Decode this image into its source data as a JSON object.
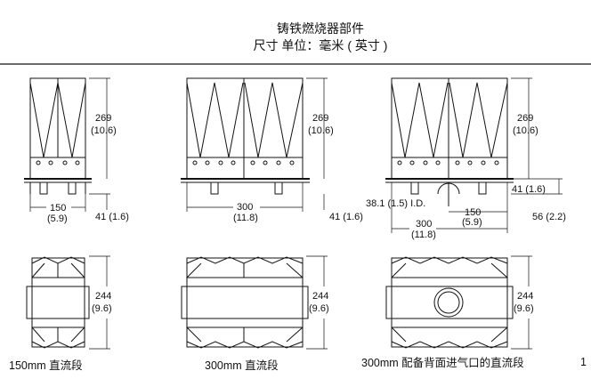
{
  "header": {
    "line1": "铸铁燃烧器部件",
    "line2": "尺寸 单位：毫米 ( 英寸 )"
  },
  "captions": [
    "150mm 直流段",
    "300mm 直流段",
    "300mm 配备背面进气口的直流段"
  ],
  "page_number": "1",
  "dims": {
    "h269": "269",
    "h269_in": "(10.6)",
    "w150": "150",
    "w150_in": "(5.9)",
    "w300": "300",
    "w300_in": "(11.8)",
    "h41": "41 (1.6)",
    "d244": "244",
    "d244_in": "(9.6)",
    "id381": "38.1 (1.5) I.D.",
    "h56": "56 (2.2)"
  }
}
